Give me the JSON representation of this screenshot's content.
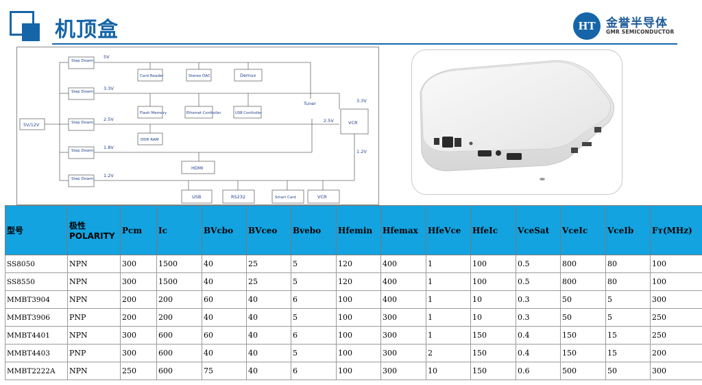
{
  "header": {
    "title": "机顶盒",
    "brand_name": "金誉半导体",
    "brand_sub": "GMR SEMICONDUCTOR",
    "brand_logo_text": "HT",
    "accent_color": "#1565a8"
  },
  "diagram": {
    "input": "5V/12V",
    "step_label": "Step Dowm",
    "rails": [
      "5V",
      "3.3V",
      "2.5V",
      "1.8V",
      "1.2V"
    ],
    "blocks": {
      "card_reader": "Card Reader",
      "stereo_dac": "Stereo DAC",
      "demux": "Demux",
      "flash": "Flash Memory",
      "ethernet": "Ethemet Contholler",
      "usb_ctrl": "USB Contholler",
      "ddr": "DDR RAM",
      "tuner": "Tuner",
      "vcr_block": "VCR",
      "hdmi": "HDMI",
      "usb": "USB",
      "rs232": "RS232",
      "smart_card": "Smart Card",
      "vcr_out": "VCR"
    },
    "right_rails": [
      "3.3V",
      "2.5V",
      "1.2V"
    ]
  },
  "table": {
    "headers": [
      "型号",
      "极性",
      "Pcm",
      "Ic",
      "BVcbo",
      "BVceo",
      "Bvebo",
      "Hfemin",
      "Hfemax",
      "HfeVce",
      "HfeIc",
      "VceSat",
      "VceIc",
      "VceIb",
      "Fт(MHz)"
    ],
    "polarity_sub": "POLARITY",
    "rows": [
      [
        "SS8050",
        "NPN",
        "300",
        "1500",
        "40",
        "25",
        "5",
        "120",
        "400",
        "1",
        "100",
        "0.5",
        "800",
        "80",
        "100"
      ],
      [
        "SS8550",
        "NPN",
        "300",
        "1500",
        "40",
        "25",
        "5",
        "120",
        "400",
        "1",
        "100",
        "0.5",
        "800",
        "80",
        "100"
      ],
      [
        "MMBT3904",
        "NPN",
        "200",
        "200",
        "60",
        "40",
        "6",
        "100",
        "400",
        "1",
        "10",
        "0.3",
        "50",
        "5",
        "300"
      ],
      [
        "MMBT3906",
        "PNP",
        "200",
        "200",
        "40",
        "40",
        "5",
        "100",
        "300",
        "1",
        "10",
        "0.3",
        "50",
        "5",
        "250"
      ],
      [
        "MMBT4401",
        "NPN",
        "300",
        "600",
        "60",
        "40",
        "6",
        "100",
        "300",
        "1",
        "150",
        "0.4",
        "150",
        "15",
        "250"
      ],
      [
        "MMBT4403",
        "PNP",
        "300",
        "600",
        "40",
        "40",
        "5",
        "100",
        "300",
        "2",
        "150",
        "0.4",
        "150",
        "15",
        "200"
      ],
      [
        "MMBT2222A",
        "NPN",
        "250",
        "600",
        "75",
        "40",
        "6",
        "100",
        "300",
        "10",
        "150",
        "0.6",
        "500",
        "50",
        "300"
      ]
    ]
  }
}
